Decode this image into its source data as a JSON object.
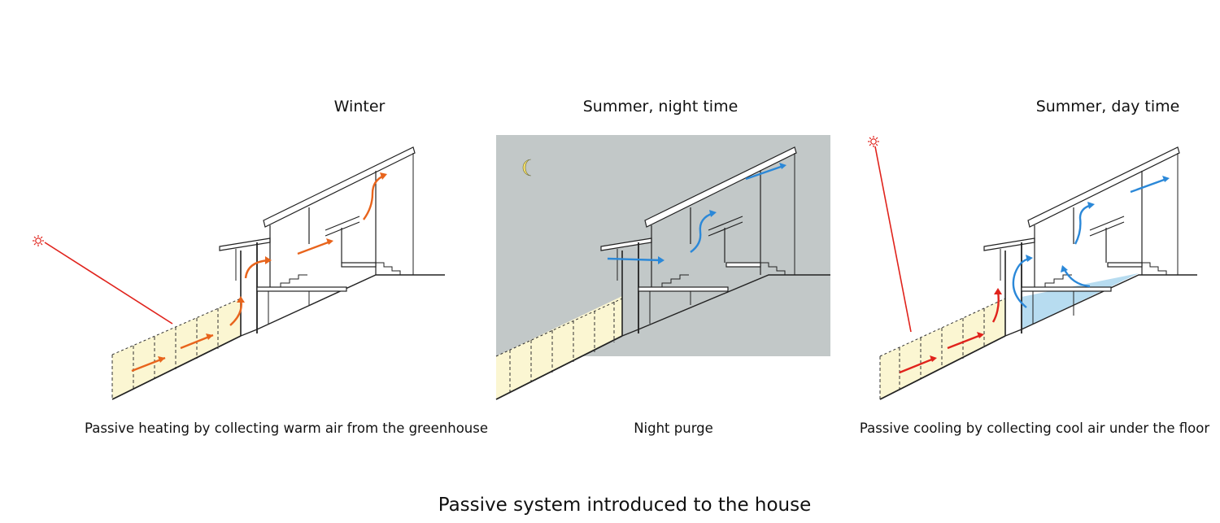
{
  "panels": [
    {
      "title": "Winter",
      "caption": "Passive heating by collecting warm air from the greenhouse",
      "sky_color": "",
      "celestial": "sun-icon",
      "arrow_color": "#e8641c"
    },
    {
      "title": "Summer, night time",
      "caption": "Night purge",
      "sky_color": "#c2c8c8",
      "celestial": "moon-icon",
      "arrow_color": "#2b88d8"
    },
    {
      "title": "Summer, day time",
      "caption": "Passive cooling by collecting cool air under the floor",
      "sky_color": "",
      "celestial": "sun-icon",
      "arrow_color": "#e0231c"
    }
  ],
  "footer": {
    "title": "Passive system introduced to the house"
  },
  "colors": {
    "greenhouse_fill": "#fbf6d2",
    "underfloor_fill": "#b7dcf0",
    "cool_arrow": "#2b88d8",
    "sun_ray": "#e0231c"
  }
}
